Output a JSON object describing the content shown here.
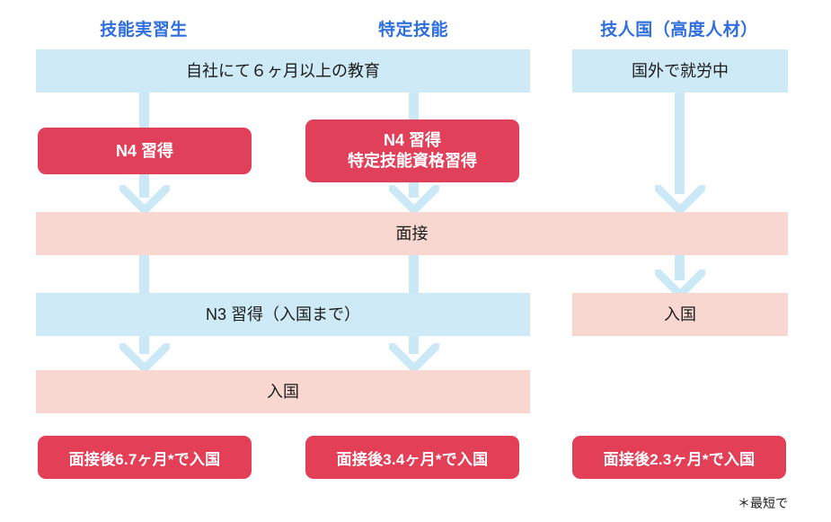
{
  "columns": [
    {
      "id": "ginou-jisshusei",
      "label": "技能実習生"
    },
    {
      "id": "tokutei-ginou",
      "label": "特定技能"
    },
    {
      "id": "gijinkoku",
      "label": "技人国（高度人材）"
    }
  ],
  "boxes": {
    "education": "自社にて６ヶ月以上の教育",
    "overseas_working": "国外で就労中",
    "n4_left": "N4 習得",
    "n4_mid_line1": "N4 習得",
    "n4_mid_line2": "特定技能資格習得",
    "interview": "面接",
    "n3": "N3 習得（入国まで）",
    "entry_right": "入国",
    "entry_wide": "入国"
  },
  "badges": [
    {
      "id": "badge-left",
      "label": "面接後6.7ヶ月*で入国"
    },
    {
      "id": "badge-mid",
      "label": "面接後3.4ヶ月*で入国"
    },
    {
      "id": "badge-right",
      "label": "面接後2.3ヶ月*で入国"
    }
  ],
  "footnote": "＊最短で",
  "colors": {
    "heading_blue": "#2f6ede",
    "box_blue": "#cdeaf6",
    "box_pink": "#f7d7cf",
    "box_red": "#e04059",
    "arrow_blue": "#cbe8f7",
    "text_dark": "#1b1b1b",
    "background": "#ffffff"
  }
}
